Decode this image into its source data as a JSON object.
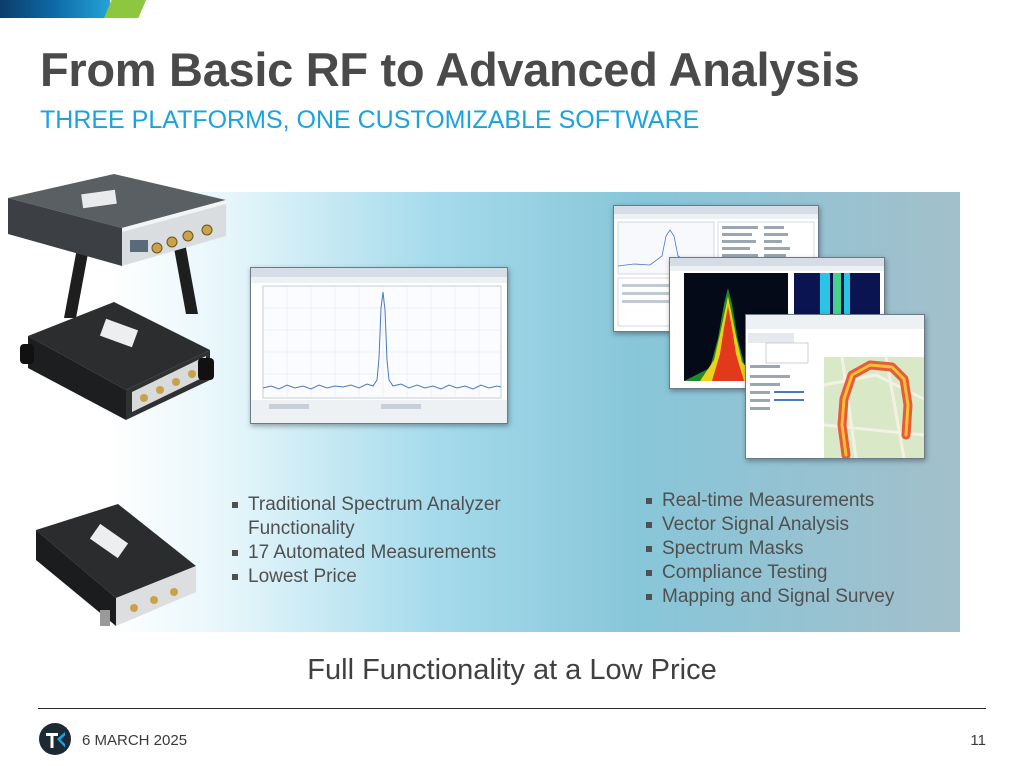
{
  "slide": {
    "title": "From Basic RF to Advanced Analysis",
    "subtitle": "THREE PLATFORMS, ONE CUSTOMIZABLE SOFTWARE",
    "tagline": "Full Functionality at a Low Price"
  },
  "basic_features": [
    "Traditional Spectrum Analyzer Functionality",
    "17 Automated Measurements",
    "Lowest Price"
  ],
  "advanced_features": [
    "Real-time Measurements",
    "Vector Signal Analysis",
    "Spectrum Masks",
    "Compliance Testing",
    "Mapping and Signal Survey"
  ],
  "footer": {
    "date": "6 MARCH 2025",
    "page_number": "11"
  },
  "colors": {
    "title": "#4a4a4a",
    "subtitle": "#1aa3dd",
    "panel_light": "#a6dbec",
    "panel_dark": "#87c6d9",
    "accent_green": "#8dc63f"
  },
  "icons": {
    "logo": "tektronix-logo-icon"
  }
}
